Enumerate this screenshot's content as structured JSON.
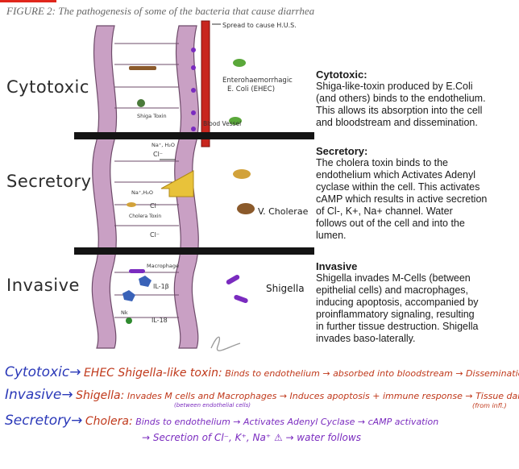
{
  "figure_title": "FIGURE 2: The pathogenesis of some of the bacteria that cause diarrhea",
  "colors": {
    "wall": "#c9a0c4",
    "wall_edge": "#6e4b6a",
    "vessel": "#c8261e",
    "lumen_band": "#141414",
    "handwriting_blue": "#2a38b8",
    "handwriting_red": "#c0391b",
    "handwriting_purple": "#7a2bbf"
  },
  "diagram": {
    "row_labels": [
      "Cytotoxic",
      "Secretory",
      "Invasive"
    ],
    "labels": {
      "spread": "Spread to cause H.U.S.",
      "ehec_line1": "Enterohaemorrhagic",
      "ehec_line2": "E. Coli (EHEC)",
      "shiga_toxin": "Shiga Toxin",
      "blood_vessel": "Blood Vessel",
      "na_h2o": "Na⁺, H₂O",
      "cl_1": "Cl⁻",
      "na_h2o_2": "Na⁺,H₂O",
      "cl_2": "Cl⁻",
      "cholera_toxin": "Cholera Toxin",
      "cl_3": "Cl⁻",
      "v_cholerae": "V. Cholerae",
      "macrophage": "Macrophage",
      "il1b": "IL-1β",
      "nk": "Nk",
      "il18": "IL-18",
      "shigella": "Shigella"
    }
  },
  "sections": [
    {
      "title": "Cytotoxic:",
      "lines": [
        "Shiga-like-toxin produced by E.Coli",
        "(and others) binds to the endothelium.",
        "This allows its absorption into the cell",
        "and bloodstream and dissemination."
      ]
    },
    {
      "title": "Secretory:",
      "lines": [
        "The cholera toxin binds to the",
        "endothelium which Activates Adenyl",
        "cyclase within the cell. This activates",
        "cAMP which results in active secretion",
        "of Cl-, K+, Na+ channel. Water",
        "follows out of the cell and into the",
        "lumen."
      ]
    },
    {
      "title": "Invasive",
      "lines": [
        "Shigella invades M-Cells (between",
        "epithelial cells) and macrophages,",
        "inducing apoptosis, accompanied by",
        "proinflammatory signaling, resulting",
        "in further tissue destruction. Shigella",
        "invades baso-laterally."
      ]
    }
  ],
  "handwritten_notes": [
    {
      "lead": "Cytotoxic→",
      "mid": "EHEC Shigella-like toxin:",
      "text": "Binds to endothelium → absorbed into bloodstream → Dissemination"
    },
    {
      "lead": "Invasive→",
      "mid": "Shigella:",
      "text": "Invades M cells and Macrophages → Induces apoptosis + immune response → Tissue damage",
      "sub1": "(between endothelial cells)",
      "sub2": "(from infl.)"
    },
    {
      "lead": "Secretory→",
      "mid": "Cholera:",
      "text": "Binds to endothelium → Activates Adenyl Cyclase → cAMP activation",
      "line2": "→ Secretion of Cl⁻, K⁺, Na⁺ ⚠ → water follows"
    }
  ]
}
